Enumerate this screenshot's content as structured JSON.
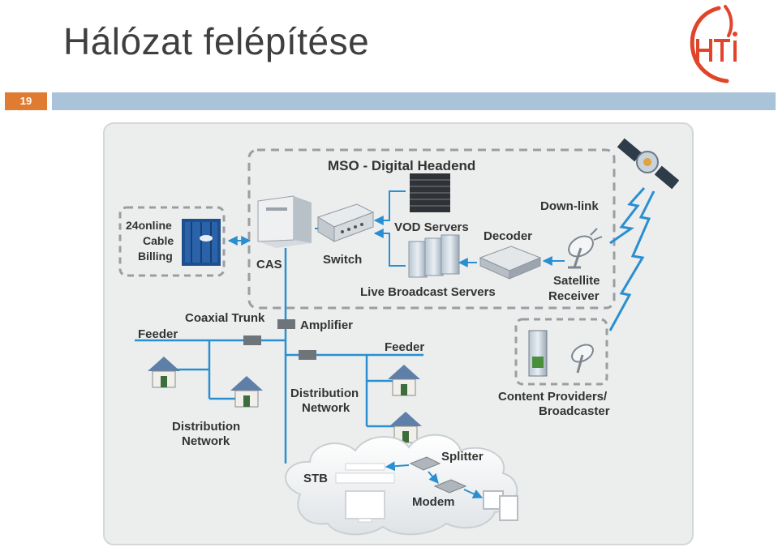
{
  "slide": {
    "title": "Hálózat felépítése",
    "page_number": "19",
    "logo_text": "HTI"
  },
  "diagram": {
    "headend_title": "MSO - Digital Headend",
    "billing_line1": "24online",
    "billing_line2": "Cable",
    "billing_line3": "Billing",
    "cas": "CAS",
    "switch": "Switch",
    "vod_servers": "VOD Servers",
    "decoder": "Decoder",
    "downlink": "Down-link",
    "live_broadcast": "Live Broadcast Servers",
    "satellite_line1": "Satellite",
    "satellite_line2": "Receiver",
    "coaxial_trunk": "Coaxial Trunk",
    "amplifier": "Amplifier",
    "feeder_left": "Feeder",
    "feeder_right": "Feeder",
    "dist_left_line1": "Distribution",
    "dist_left_line2": "Network",
    "dist_mid_line1": "Distribution",
    "dist_mid_line2": "Network",
    "content_line1": "Content Providers/",
    "content_line2": "Broadcaster",
    "splitter": "Splitter",
    "stb": "STB",
    "modem": "Modem"
  },
  "colors": {
    "accent_orange": "#e07b32",
    "header_bar": "#a9c3d9",
    "cable_blue": "#2a8fd0",
    "panel_bg": "#eceeee",
    "logo_red": "#e0452a"
  }
}
